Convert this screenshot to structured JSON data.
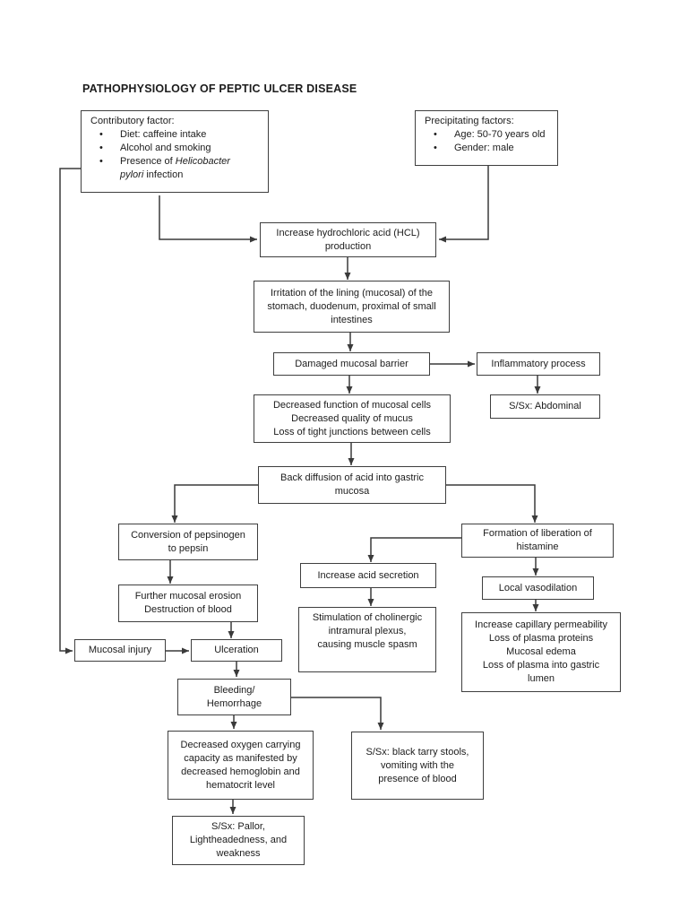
{
  "page": {
    "title": "PATHOPHYSIOLOGY OF PEPTIC ULCER DISEASE",
    "bullet_char": "•"
  },
  "colors": {
    "background": "#ffffff",
    "box_border": "#3f3f3f",
    "connector_line": "#3a3a3a",
    "text": "#1c1c1c"
  },
  "nodes": {
    "contributory": {
      "heading": "Contributory factor:",
      "bullet1": "Diet: caffeine intake",
      "bullet2": "Alcohol and smoking",
      "bullet3_pre": "Presence of ",
      "bullet3_italic1": "Helicobacter",
      "bullet3_italic2": "pylori",
      "bullet3_post": " infection"
    },
    "precipitating": {
      "heading": "Precipitating factors:",
      "bullet1": "Age: 50-70 years old",
      "bullet2": "Gender: male"
    },
    "hcl": {
      "lines": [
        "Increase hydrochloric acid (HCL)",
        "production"
      ]
    },
    "irritation": {
      "lines": [
        "Irritation of the lining (mucosal) of the",
        "stomach, duodenum, proximal of small",
        "intestines"
      ]
    },
    "damaged": {
      "lines": [
        "Damaged mucosal barrier"
      ]
    },
    "inflammatory": {
      "lines": [
        "Inflammatory process"
      ]
    },
    "decreased_function": {
      "lines": [
        "Decreased function of mucosal cells",
        "Decreased quality of mucus",
        "Loss of tight junctions between cells"
      ]
    },
    "sx_abdominal": {
      "lines": [
        "S/Sx: Abdominal"
      ]
    },
    "back_diffusion": {
      "lines": [
        "Back diffusion of acid into gastric",
        "mucosa"
      ]
    },
    "conversion": {
      "lines": [
        "Conversion of pepsinogen",
        "to pepsin"
      ]
    },
    "formation": {
      "lines": [
        "Formation of liberation of",
        "histamine"
      ]
    },
    "acid_secretion": {
      "lines": [
        "Increase acid secretion"
      ]
    },
    "vasodilation": {
      "lines": [
        "Local vasodilation"
      ]
    },
    "stimulation": {
      "lines": [
        "Stimulation of cholinergic",
        "intramural plexus,",
        "causing muscle spasm"
      ]
    },
    "capillary": {
      "lines": [
        "Increase capillary permeability",
        "Loss of plasma proteins",
        "Mucosal edema",
        "Loss of plasma into gastric",
        "lumen"
      ]
    },
    "erosion": {
      "lines": [
        "Further mucosal erosion",
        "Destruction of blood"
      ]
    },
    "mucosal_injury": {
      "lines": [
        "Mucosal injury"
      ]
    },
    "ulceration": {
      "lines": [
        "Ulceration"
      ]
    },
    "bleeding": {
      "lines": [
        "Bleeding/",
        "Hemorrhage"
      ]
    },
    "dec_oxygen": {
      "lines": [
        "Decreased oxygen carrying",
        "capacity as manifested by",
        "decreased hemoglobin and",
        "hematocrit level"
      ]
    },
    "sx_stools": {
      "lines": [
        "S/Sx: black tarry stools,",
        "vomiting with the",
        "presence of blood"
      ]
    },
    "sx_pallor": {
      "lines": [
        "S/Sx: Pallor,",
        "Lightheadedness, and",
        "weakness"
      ]
    }
  }
}
